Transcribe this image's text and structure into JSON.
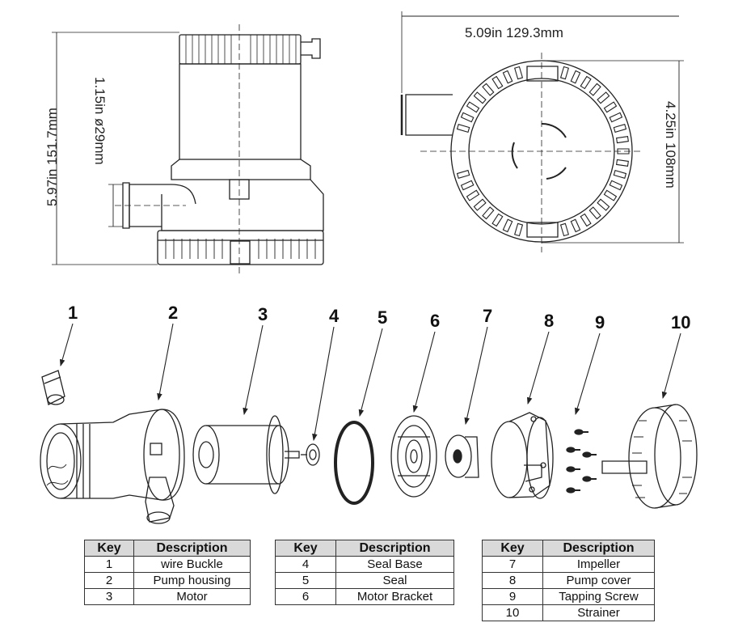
{
  "dimensions": {
    "width_label": "5.09in  129.3mm",
    "depth_label": "4.25in  108mm",
    "height_label": "5.97in  151.7mm",
    "outlet_label": "1.15in  ø29mm"
  },
  "parts": [
    {
      "key": "1",
      "description": "wire Buckle"
    },
    {
      "key": "2",
      "description": "Pump housing"
    },
    {
      "key": "3",
      "description": "Motor"
    },
    {
      "key": "4",
      "description": "Seal Base"
    },
    {
      "key": "5",
      "description": "Seal"
    },
    {
      "key": "6",
      "description": "Motor Bracket"
    },
    {
      "key": "7",
      "description": "Impeller"
    },
    {
      "key": "8",
      "description": "Pump cover"
    },
    {
      "key": "9",
      "description": "Tapping Screw"
    },
    {
      "key": "10",
      "description": "Strainer"
    }
  ],
  "table_headers": {
    "key": "Key",
    "description": "Description"
  }
}
